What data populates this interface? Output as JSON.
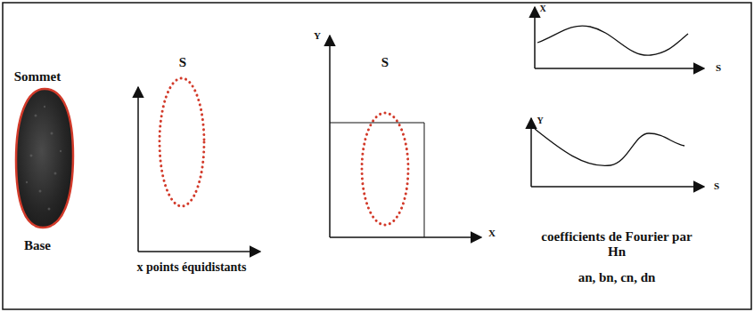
{
  "diagram": {
    "labels": [
      "Sommet",
      "Base",
      "S",
      "x points équidistants",
      "Y",
      "S",
      "X",
      "X",
      "S",
      "Y",
      "S",
      "coefficients de Fourier par Hn",
      "an, bn, cn, dn"
    ]
  }
}
